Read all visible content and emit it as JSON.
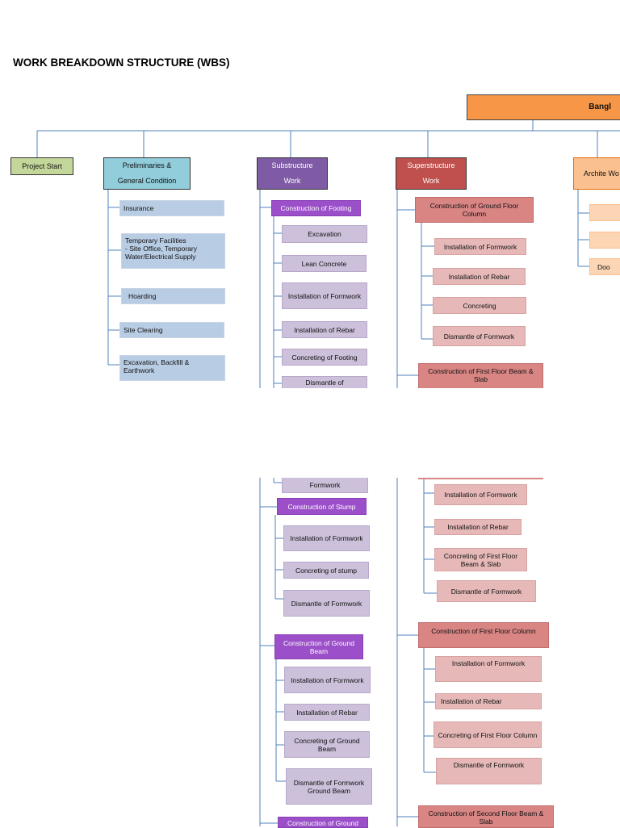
{
  "page": {
    "title": "WORK BREAKDOWN STRUCTURE (WBS)"
  },
  "root": {
    "label": "Bangl"
  },
  "categories": {
    "project_start": "Project Start",
    "preliminaries": "Preliminaries & General Condition",
    "substructure": "Substructure Work",
    "superstructure": "Superstructure Work",
    "architectural": "Archite Wo"
  },
  "preliminaries": {
    "insurance": "Insurance",
    "temporary": "Temporary Facilities\n-  Site Office, Temporary Water/Electrical Supply",
    "hoarding": "Hoarding",
    "site_clearing": "Site Clearing",
    "excavation": "Excavation, Backfill & Earthwork"
  },
  "substructure": {
    "footing": "Construction of Footing",
    "excavation": "Excavation",
    "lean_concrete": "Lean Concrete",
    "formwork1": "Installation of Formwork",
    "rebar1": "Installation of Rebar",
    "concreting_footing": "Concreting of Footing",
    "dismantle_top": "Dismantle of",
    "dismantle_bottom": "Formwork",
    "stump": "Construction of Stump",
    "formwork2": "Installation of Formwork",
    "concreting_stump": "Concreting of stump",
    "dismantle2": "Dismantle of Formwork",
    "ground_beam": "Construction of Ground Beam",
    "formwork3": "Installation of Formwork",
    "rebar3": "Installation of Rebar",
    "concreting_gb": "Concreting of Ground Beam",
    "dismantle3": "Dismantle of Formwork Ground Beam",
    "ground_bottom": "Construction of Ground"
  },
  "superstructure": {
    "gf_column": "Construction of Ground Floor Column",
    "formwork1": "Installation of Formwork",
    "rebar1": "Installation of Rebar",
    "concreting1": "Concreting",
    "dismantle1": "Dismantle of Formwork",
    "ff_beam": "Construction of First Floor Beam & Slab",
    "formwork2": "Installation of Formwork",
    "rebar2": "Installation of Rebar",
    "concreting2": "Concreting of First Floor Beam & Slab",
    "dismantle2": "Dismantle of Formwork",
    "ff_column": "Construction of First Floor Column",
    "formwork3": "Installation of Formwork",
    "rebar3": "Installation of Rebar",
    "concreting3": "Concreting of First Floor Column",
    "dismantle3": "Dismantle of Formwork",
    "sf_beam": "Construction of Second Floor Beam & Slab"
  },
  "architectural": {
    "item3": "Doo"
  },
  "colors": {
    "root": "#f79646",
    "project_start": "#c4d79b",
    "preliminaries": "#92cddc",
    "prelim_child": "#b8cce4",
    "substructure": "#7e5ba4",
    "sub_group": "#9b4fc8",
    "sub_child": "#ccc0da",
    "superstructure": "#c0504d",
    "super_group": "#d88584",
    "super_child": "#e6b9b8",
    "architectural": "#fac090",
    "arch_child": "#fcd5b4",
    "line": "#4f81bd"
  }
}
